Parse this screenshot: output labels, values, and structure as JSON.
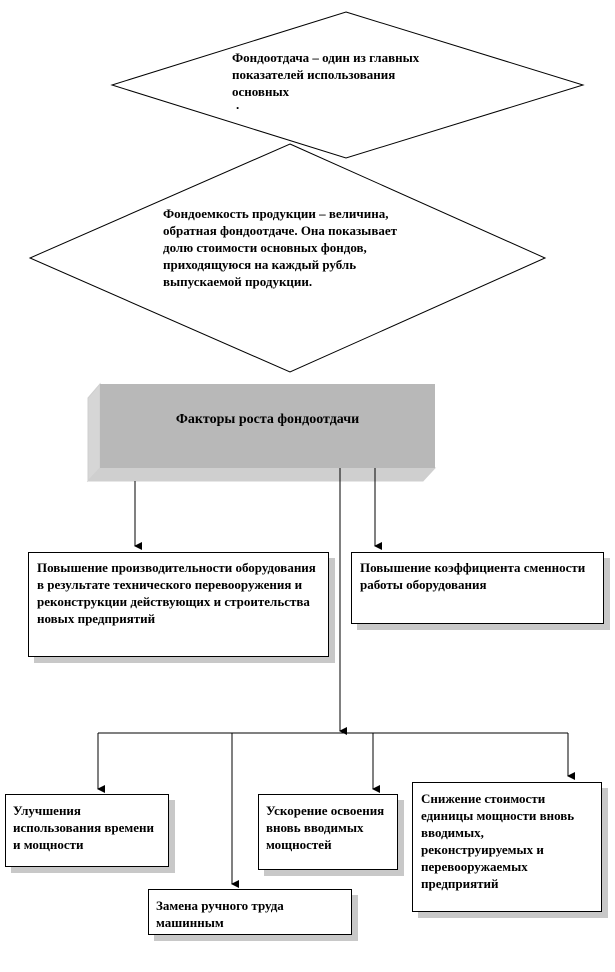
{
  "diamond_top": {
    "term": "Фондоотдача",
    "text": " – один из главных показателей использования основных",
    "trailing": "."
  },
  "diamond_second": {
    "term": "Фондоемкость продукции",
    "text": " – величина, обратная фондоотдаче. Она показывает долю стоимости основных фондов, приходящуюся на каждый рубль выпускаемой продукции."
  },
  "header_box": {
    "label": "Факторы роста фондоотдачи"
  },
  "factor_left": {
    "label": "Повышение производительности оборудования в результате технического перевооружения и реконструкции действующих и строительства новых предприятий"
  },
  "factor_right": {
    "label": "Повышение коэффициента сменности работы оборудования"
  },
  "sub_factors": [
    {
      "label": "Улучшения использования времени и мощности"
    },
    {
      "label": "Замена ручного труда машинным"
    },
    {
      "label": "Ускорение освоения вновь вводимых мощностей"
    },
    {
      "label": "Снижение стоимости единицы мощности вновь вводимых, реконструируемых и перевооружаемых предприятий"
    }
  ]
}
